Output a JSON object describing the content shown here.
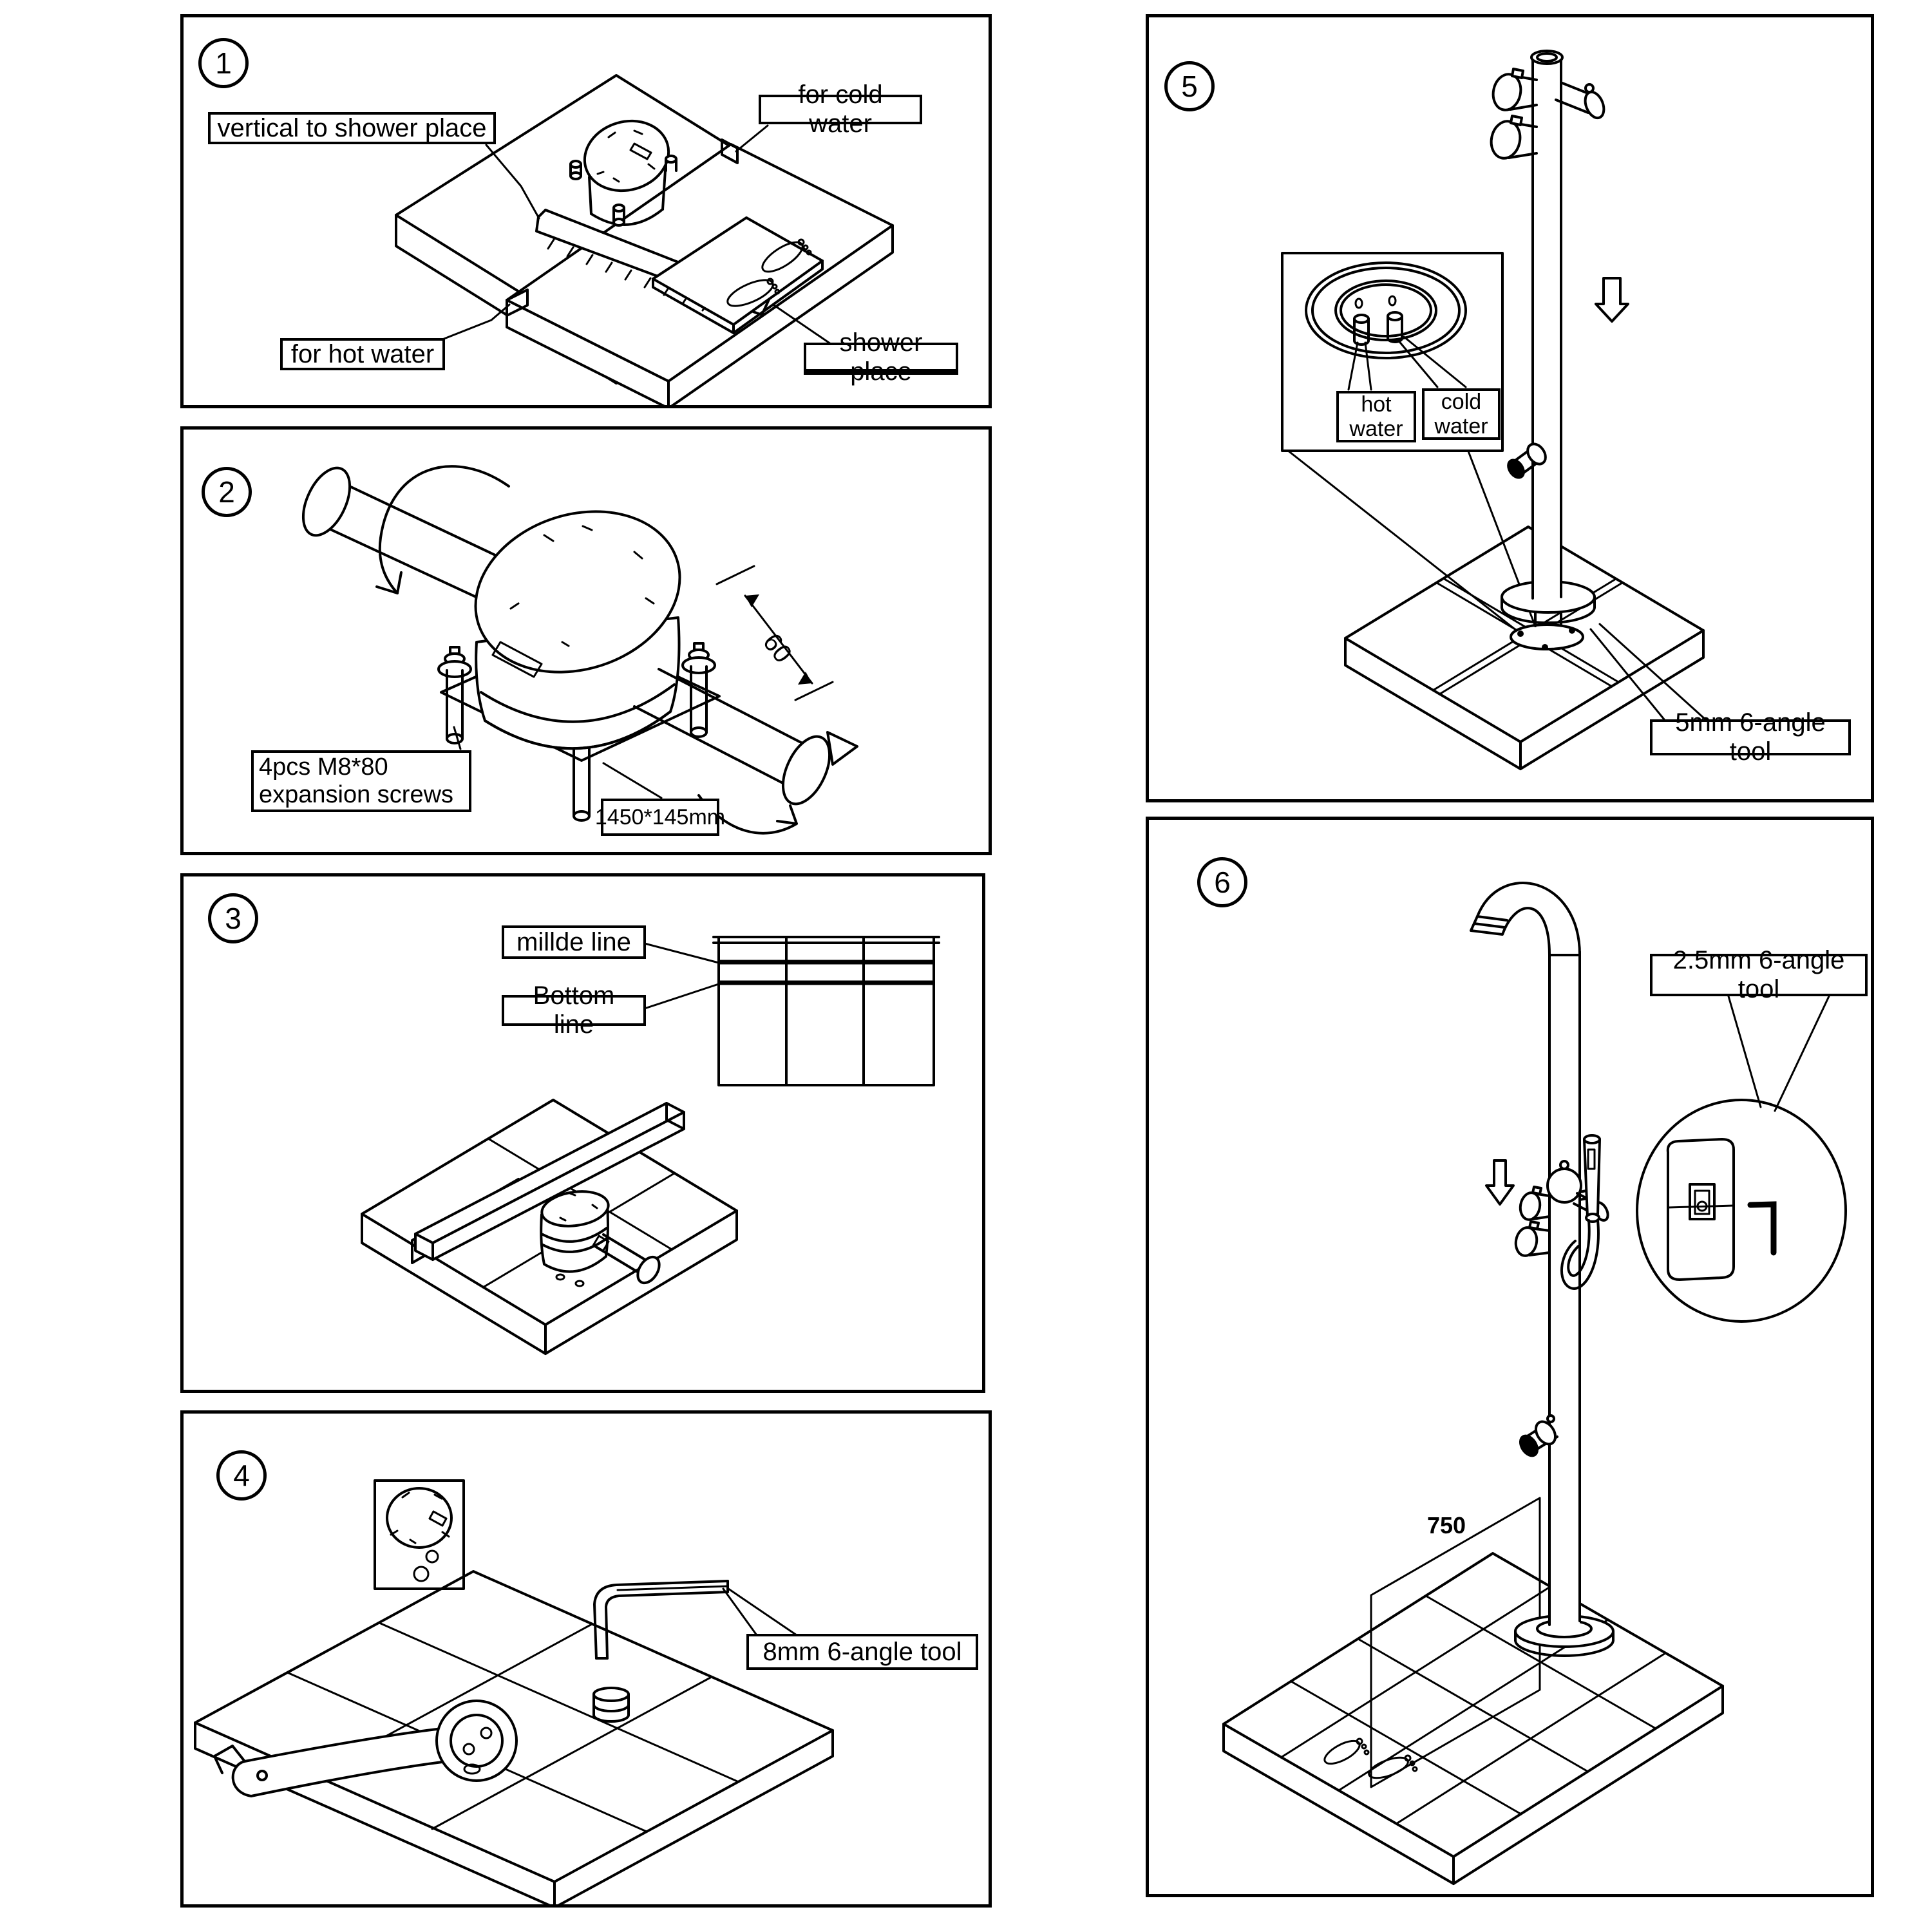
{
  "page": {
    "background": "#ffffff",
    "ink": "#000000"
  },
  "panels": [
    {
      "number": "1",
      "labels": {
        "vertical": "vertical to shower place",
        "cold": "for cold water",
        "hot": "for hot water",
        "shower": "shower place"
      }
    },
    {
      "number": "2",
      "labels": {
        "screws": "4pcs M8*80\nexpansion screws",
        "plate": "1450*145mm",
        "dim": "60"
      }
    },
    {
      "number": "3",
      "labels": {
        "middle": "millde line",
        "bottom": "Bottom line"
      }
    },
    {
      "number": "4",
      "labels": {
        "tool": "8mm 6-angle tool"
      }
    },
    {
      "number": "5",
      "labels": {
        "hot": "hot\nwater",
        "cold": "cold\nwater",
        "tool": "5mm 6-angle tool"
      }
    },
    {
      "number": "6",
      "labels": {
        "tool": "2.5mm 6-angle tool",
        "dim": "750"
      }
    }
  ]
}
